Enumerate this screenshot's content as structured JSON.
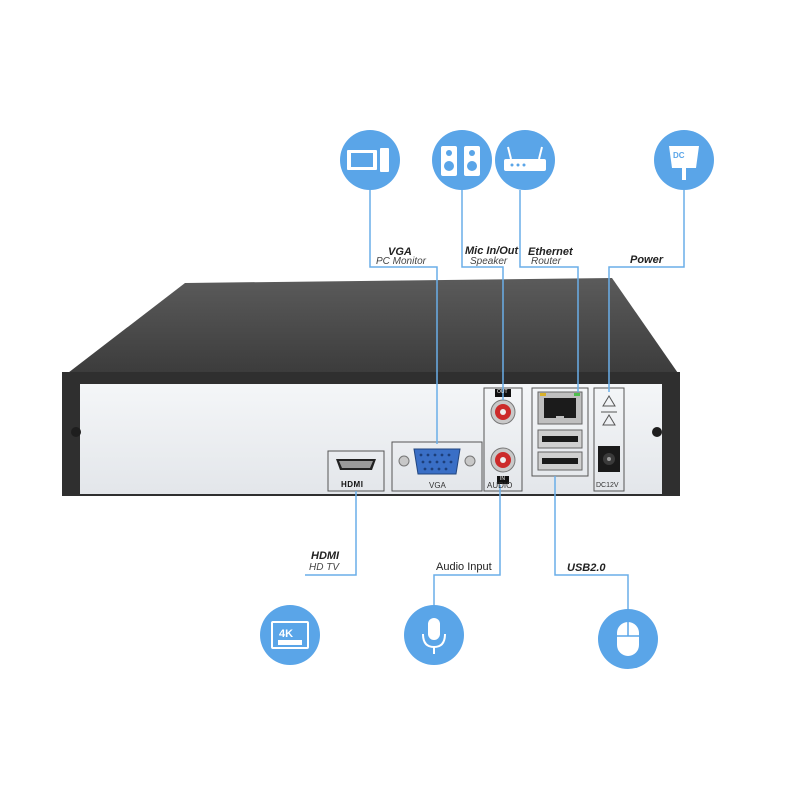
{
  "connections": {
    "vga": {
      "title": "VGA",
      "subtitle": "PC Monitor",
      "icon": "monitor-icon"
    },
    "mic": {
      "title": "Mic In/Out",
      "subtitle": "Speaker",
      "icon": "speaker-icon"
    },
    "ethernet": {
      "title": "Ethernet",
      "subtitle": "Router",
      "icon": "router-icon"
    },
    "power": {
      "title": "Power",
      "icon": "power-adapter-icon",
      "icon_text": "DC"
    },
    "hdmi": {
      "title": "HDMI",
      "subtitle": "HD TV",
      "icon": "tv-4k-icon",
      "icon_text": "4K"
    },
    "audio_input": {
      "title": "Audio Input",
      "icon": "microphone-icon"
    },
    "usb": {
      "title": "USB2.0",
      "icon": "mouse-icon"
    }
  },
  "panel": {
    "hdmi_label": "HDMI",
    "vga_label": "VGA",
    "audio_label": "AUDIO",
    "out_label": "OUT",
    "in_label": "IN",
    "dc_label": "DC12V"
  },
  "colors": {
    "accent": "#5aa5e8",
    "line": "#6aaee8",
    "chassis": "#3a3a3a",
    "panel": "#eceef0"
  }
}
